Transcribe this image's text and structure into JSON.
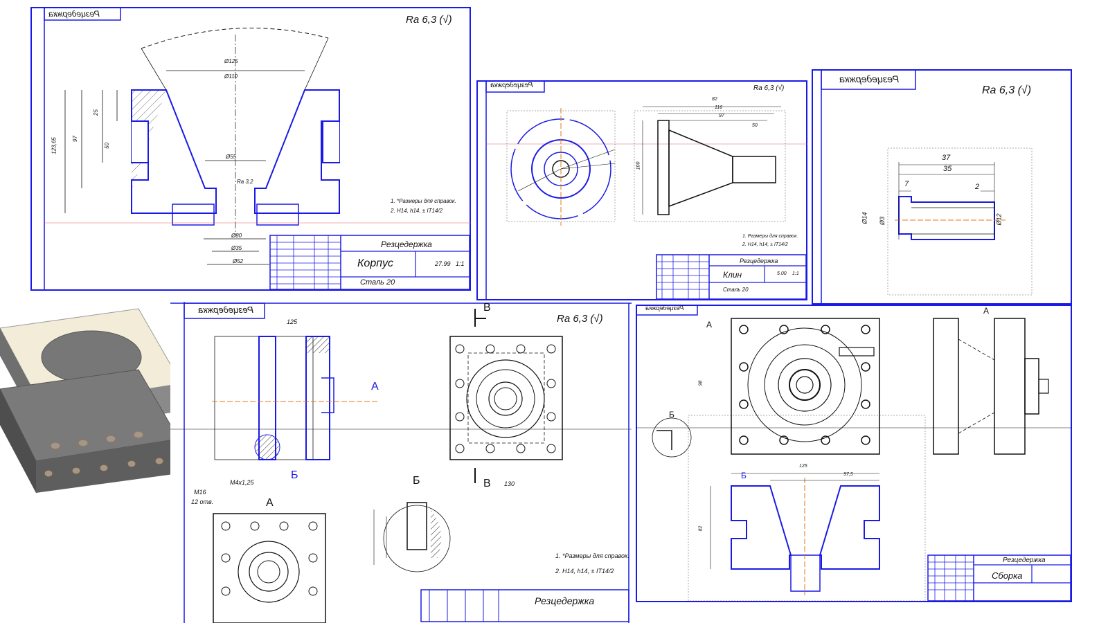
{
  "sheets": {
    "korpus": {
      "stamp_mirror": "Резцедержка",
      "roughness": "Ra 6,3 (√)",
      "title_block": {
        "assembly": "Резцедержка",
        "part": "Корпус",
        "material": "Сталь 20",
        "number": "27.99",
        "sheet": "1:1"
      },
      "dims": {
        "d1": "Ø125",
        "d2": "Ø110",
        "d3": "Ø55",
        "d4": "Ø80",
        "d5": "Ø35",
        "d6": "Ø52",
        "h1": "97",
        "h2": "123,65",
        "h3": "50",
        "h4": "25",
        "rough_small": "Ra 3,2"
      },
      "notes": [
        "1. *Размеры для справок.",
        "2. H14, h14, ± IT14/2"
      ]
    },
    "klin": {
      "stamp_mirror": "Резцедержка",
      "roughness": "Ra 6,3 (√)",
      "title_block": {
        "assembly": "Резцедержка",
        "part": "Клин",
        "material": "Сталь 20",
        "number": "5.00",
        "sheet": "1:1"
      },
      "dims": {
        "l1": "82",
        "l2": "116",
        "l3": "97",
        "l4": "50",
        "l5": "100"
      },
      "notes": [
        "1. Размеры для справок.",
        "2. H14, h14, ± IT14/2"
      ]
    },
    "vtulka": {
      "stamp_mirror": "Резцедержка",
      "roughness": "Ra 6,3 (√)",
      "dims": {
        "l1": "37",
        "l2": "35",
        "l3": "7",
        "l4": "2",
        "d1": "Ø14",
        "d2": "Ø12",
        "d3": "Ø3"
      }
    },
    "plita": {
      "stamp_mirror": "Резцедержка",
      "roughness": "Ra 6,3 (√)",
      "view_b": "В",
      "view_a": "А",
      "view_bb": "Б",
      "title_block": {
        "assembly": "Резцедержка"
      },
      "dims": {
        "thread": "M16",
        "holes": "12 отв.",
        "w1": "125",
        "w2": "130",
        "m2": "M4x1,25"
      },
      "notes": [
        "1. *Размеры для справок.",
        "2. H14, h14, ± IT14/2"
      ]
    },
    "assembly": {
      "stamp_mirror": "Резцедержка",
      "view_a": "А",
      "view_b": "Б",
      "title_block": {
        "assembly": "Резцедержка",
        "part": "Сборка"
      },
      "dims": {
        "w1": "125",
        "w2": "97,5",
        "h1": "98",
        "h2": "82"
      }
    }
  },
  "colors": {
    "frame": "#1a1ae6",
    "line": "#111111",
    "axis": "#e07a1a",
    "hatch": "#333333"
  }
}
